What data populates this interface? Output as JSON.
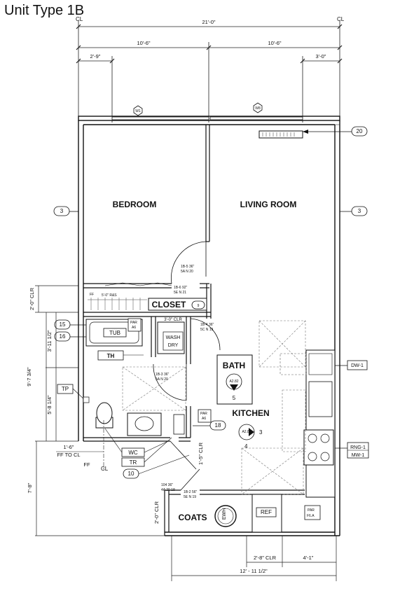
{
  "title": "Unit Type 1B",
  "rooms": {
    "bedroom": "BEDROOM",
    "living_room": "LIVING ROOM",
    "closet": "CLOSET",
    "bath": "BATH",
    "kitchen": "KITCHEN",
    "coats": "COATS"
  },
  "dimensions": {
    "overall_width": "21'-0\"",
    "left_half": "10'-6\"",
    "right_half": "10'-6\"",
    "left_offset": "2'-9\"",
    "right_offset": "3'-0\"",
    "closet_clr": "2'-0\" CLR",
    "bath_upper": "3'-11 1/2\"",
    "bath_total": "9'-7 3/4\"",
    "bath_lower": "5'-8 1/4\"",
    "wc_offset": "1'-6\"",
    "ff_to_cl": "FF TO CL",
    "ff": "FF",
    "bottom_left": "7'-8\"",
    "coats_clr": "2'-0\" CLR",
    "vanity_clr": "1'-5\" CLR",
    "wash_clr": "3'-0\" CLR",
    "ref_clr": "2'-8\" CLR",
    "kitchen_right": "4'-1\"",
    "bottom_overall": "12' - 11 1/2\"",
    "closet_rod": "5'-0\" R&S"
  },
  "tags": {
    "window_1": "W1",
    "window_8": "W8",
    "ref_20": "20",
    "ref_3_left": "3",
    "ref_3_right": "3",
    "ref_15": "15",
    "ref_16": "16",
    "ref_9": "9",
    "ref_18": "18",
    "ref_10": "10",
    "ref_5": "5",
    "ref_3_kitchen": "3",
    "ref_4": "4",
    "tp": "TP",
    "th": "TH",
    "tub": "TUB",
    "wash": "WASH",
    "dry": "DRY",
    "par_a6_tub": "PAR\nA6",
    "par_a6_vanity": "PAR\nA6",
    "par_f6a": "PAR\nF6.A",
    "wc": "WC",
    "tr": "TR",
    "ref": "REF",
    "ewh": "EWH",
    "ff_closet": "FF",
    "dw": "DW-1",
    "rng": "RNG-1",
    "mw": "MW-1",
    "section_bath": "A2.82",
    "section_kitchen": "A2.82",
    "cl_top_left": "CL",
    "cl_top_right": "CL",
    "cl_bottom": "CL"
  },
  "door_notes": {
    "bedroom": [
      "1B-5 36\"",
      "5A N 20"
    ],
    "closet": [
      "1B-6 92\"",
      "5E N 21"
    ],
    "laundry": [
      "1B-4 36\"",
      "5C N 19"
    ],
    "bath": [
      "1B-3 36\"",
      "5A N 20"
    ],
    "entry": [
      "104 36\"",
      "4A 20 18"
    ],
    "coats": [
      "1B-2 56\"",
      "5E N 19"
    ]
  }
}
